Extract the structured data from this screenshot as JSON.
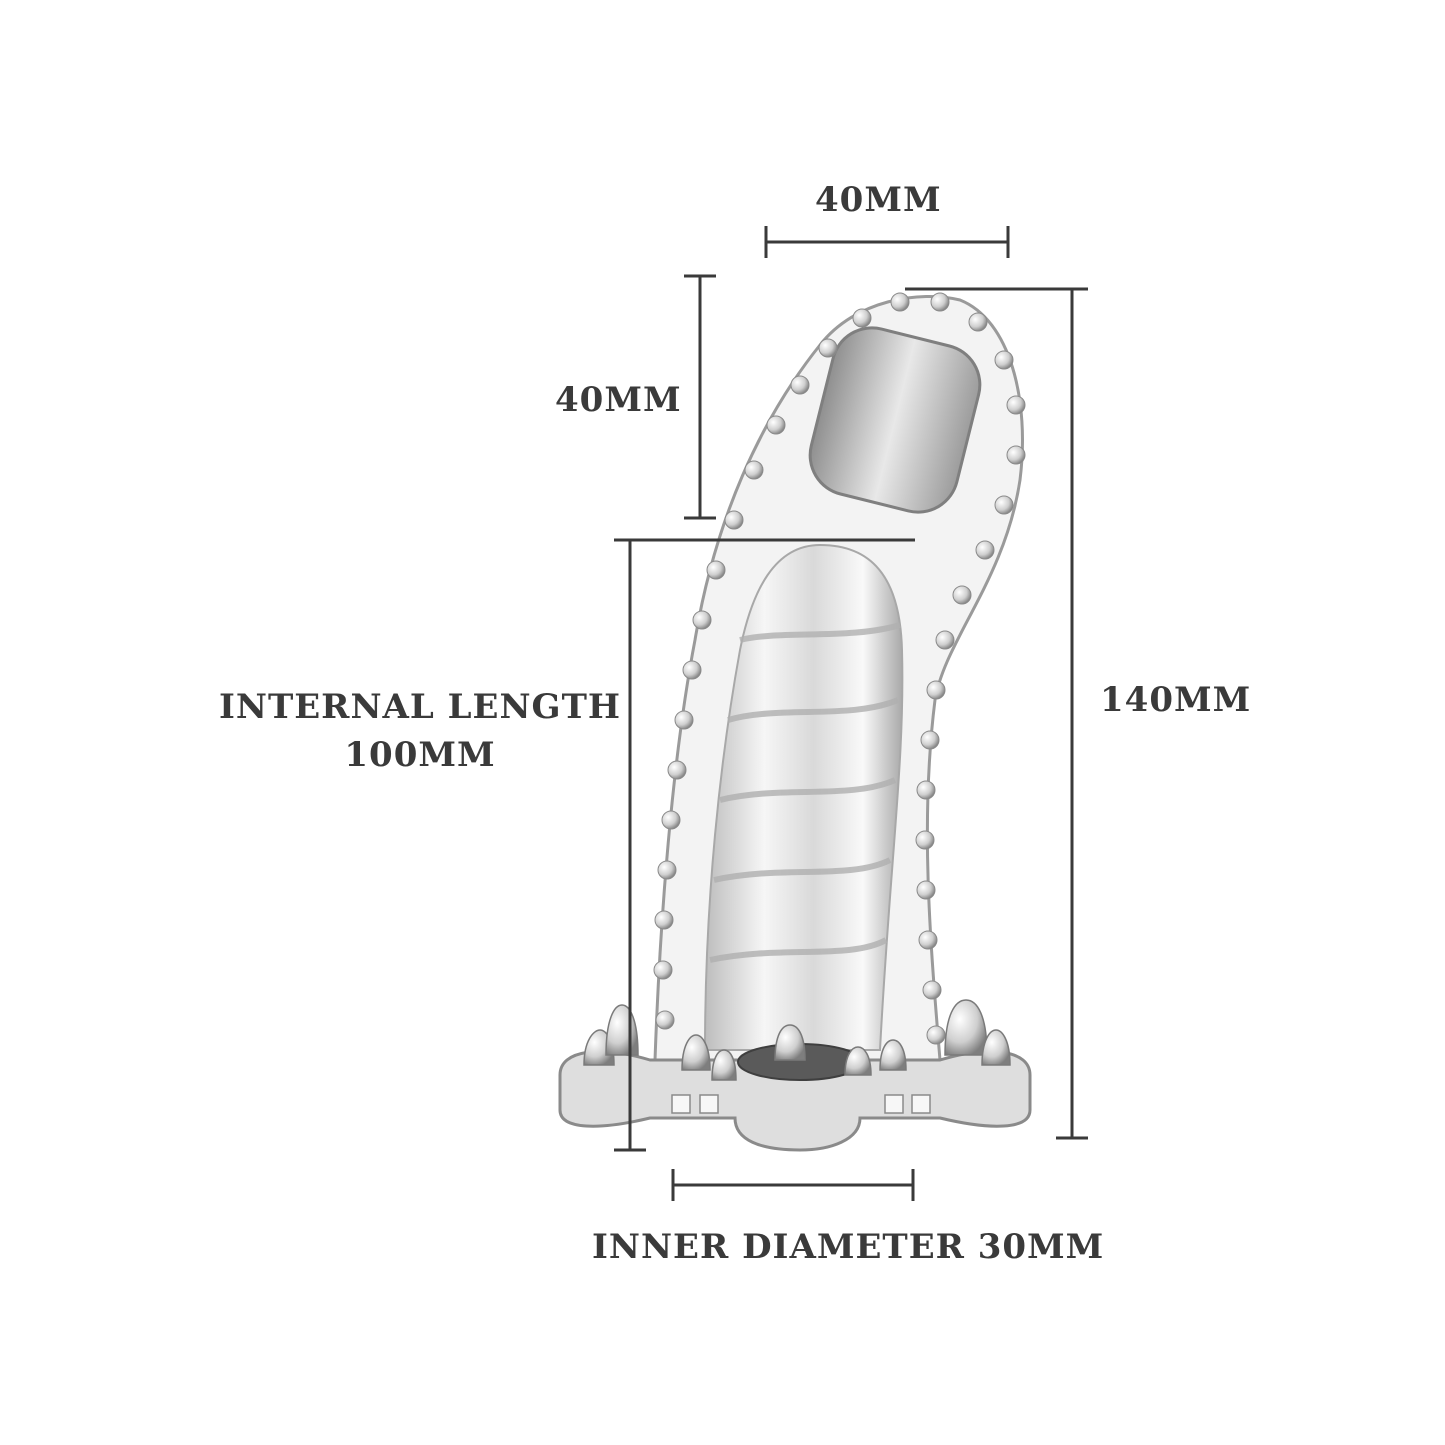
{
  "colors": {
    "dimension_line": "#3a3a3a",
    "label_text": "#3a3a3a",
    "product_outline": "#9a9a9a",
    "product_fill": "#ececec"
  },
  "dimensions": {
    "top_width": "40MM",
    "tip_height": "40MM",
    "internal_length_title": "INTERNAL LENGTH",
    "internal_length_value": "100MM",
    "total_length": "140MM",
    "inner_diameter": "INNER DIAMETER 30MM"
  },
  "illustration": {
    "subject": "clear textured sleeve product photo"
  }
}
